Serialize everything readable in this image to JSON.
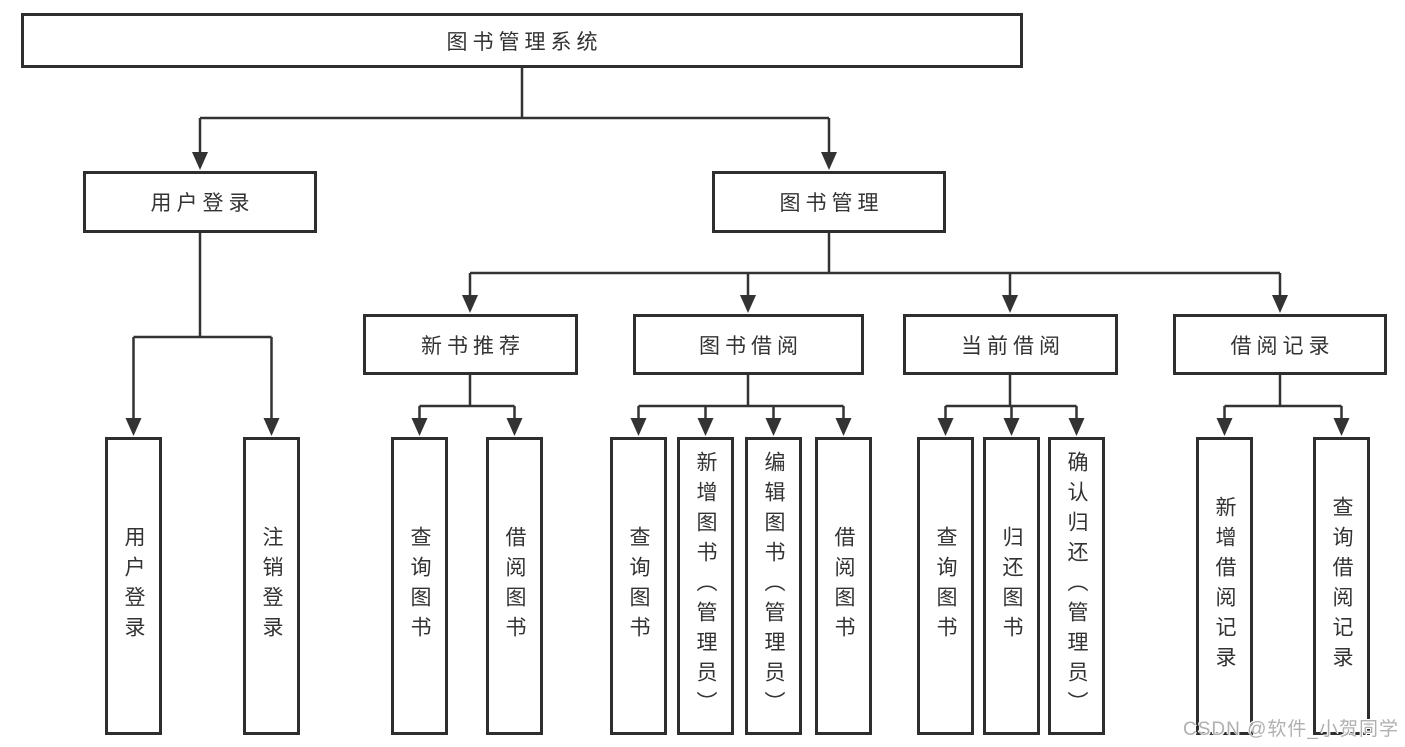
{
  "title": "图书管理系统",
  "branches": {
    "user": {
      "label": "用户登录",
      "leaves": [
        "用户登录",
        "注销登录"
      ]
    },
    "book": {
      "label": "图书管理",
      "groups": [
        {
          "label": "新书推荐",
          "leaves": [
            "查询图书",
            "借阅图书"
          ]
        },
        {
          "label": "图书借阅",
          "leaves": [
            "查询图书",
            "新增图书（管理员）",
            "编辑图书（管理员）",
            "借阅图书"
          ]
        },
        {
          "label": "当前借阅",
          "leaves": [
            "查询图书",
            "归还图书",
            "确认归还（管理员）"
          ]
        },
        {
          "label": "借阅记录",
          "leaves": [
            "新增借阅记录",
            "查询借阅记录"
          ]
        }
      ]
    }
  },
  "watermark": "CSDN @软件_小贺同学",
  "colors": {
    "line": "#333333",
    "border": "#2e2e2e",
    "text": "#333333",
    "background": "#ffffff",
    "watermark": "#b0b0b0"
  }
}
